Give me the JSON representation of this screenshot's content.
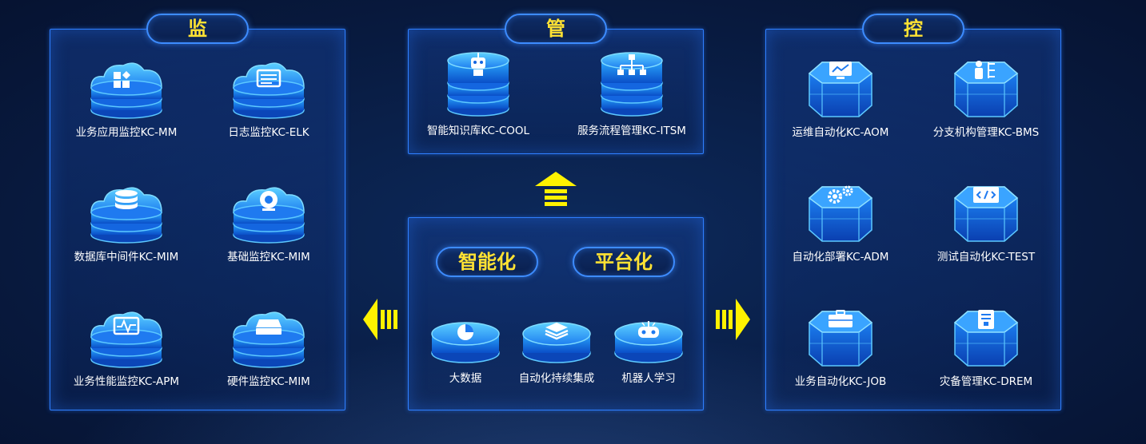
{
  "sections": {
    "monitor": {
      "tag": "监",
      "items": [
        {
          "label": "业务应用监控KC-MM",
          "icon": "apps-grid-icon"
        },
        {
          "label": "日志监控KC-ELK",
          "icon": "log-icon"
        },
        {
          "label": "数据库中间件KC-MIM",
          "icon": "database-icon"
        },
        {
          "label": "基础监控KC-MIM",
          "icon": "webcam-icon"
        },
        {
          "label": "业务性能监控KC-APM",
          "icon": "pulse-icon"
        },
        {
          "label": "硬件监控KC-MIM",
          "icon": "hard-drive-icon"
        }
      ]
    },
    "manage": {
      "tag": "管",
      "items": [
        {
          "label": "智能知识库KC-COOL",
          "icon": "robot-icon"
        },
        {
          "label": "服务流程管理KC-ITSM",
          "icon": "org-chart-icon"
        }
      ]
    },
    "platform": {
      "tags": [
        "智能化",
        "平台化"
      ],
      "items": [
        {
          "label": "大数据",
          "icon": "pie-chart-icon"
        },
        {
          "label": "自动化持续集成",
          "icon": "layers-icon"
        },
        {
          "label": "机器人学习",
          "icon": "robot-head-icon"
        }
      ]
    },
    "control": {
      "tag": "控",
      "items": [
        {
          "label": "运维自动化KC-AOM",
          "icon": "monitor-icon"
        },
        {
          "label": "分支机构管理KC-BMS",
          "icon": "branch-icon"
        },
        {
          "label": "自动化部署KC-ADM",
          "icon": "gears-icon"
        },
        {
          "label": "测试自动化KC-TEST",
          "icon": "code-icon"
        },
        {
          "label": "业务自动化KC-JOB",
          "icon": "briefcase-icon"
        },
        {
          "label": "灾备管理KC-DREM",
          "icon": "document-icon"
        }
      ]
    }
  },
  "colors": {
    "accent": "#ffe233",
    "border": "#2f7fff",
    "arrow": "#fff200"
  }
}
